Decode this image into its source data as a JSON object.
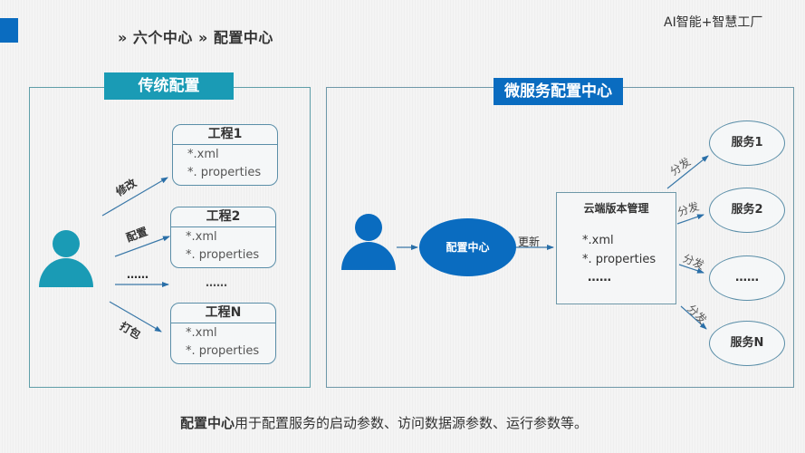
{
  "header": {
    "breadcrumb": "» 六个中心 » 配置中心",
    "brand": "AI智能+智慧工厂",
    "accent_color": "#0a6cc0"
  },
  "traditional": {
    "title": "传统配置",
    "title_color": "#1a9bb5",
    "projects": [
      {
        "name": "工程1",
        "files": [
          "*.xml",
          "*. properties"
        ]
      },
      {
        "name": "工程2",
        "files": [
          "*.xml",
          "*. properties"
        ]
      },
      {
        "name": "工程N",
        "files": [
          "*.xml",
          "*. properties"
        ]
      }
    ],
    "ellipsis": "……",
    "arrow_labels": [
      "修改",
      "配置",
      "……",
      "打包"
    ],
    "person_icon": "user-icon"
  },
  "microservice": {
    "title": "微服务配置中心",
    "title_color": "#0a6cc0",
    "config_center": "配置中心",
    "update_label": "更新",
    "cloud": {
      "title": "云端版本管理",
      "files": [
        "*.xml",
        "*. properties",
        "……"
      ]
    },
    "distribute_label": "分发",
    "services": [
      "服务1",
      "服务2",
      "……",
      "服务N"
    ],
    "person_icon": "user-icon"
  },
  "footer": {
    "bold": "配置中心",
    "text": "用于配置服务的启动参数、访问数据源参数、运行参数等。"
  }
}
